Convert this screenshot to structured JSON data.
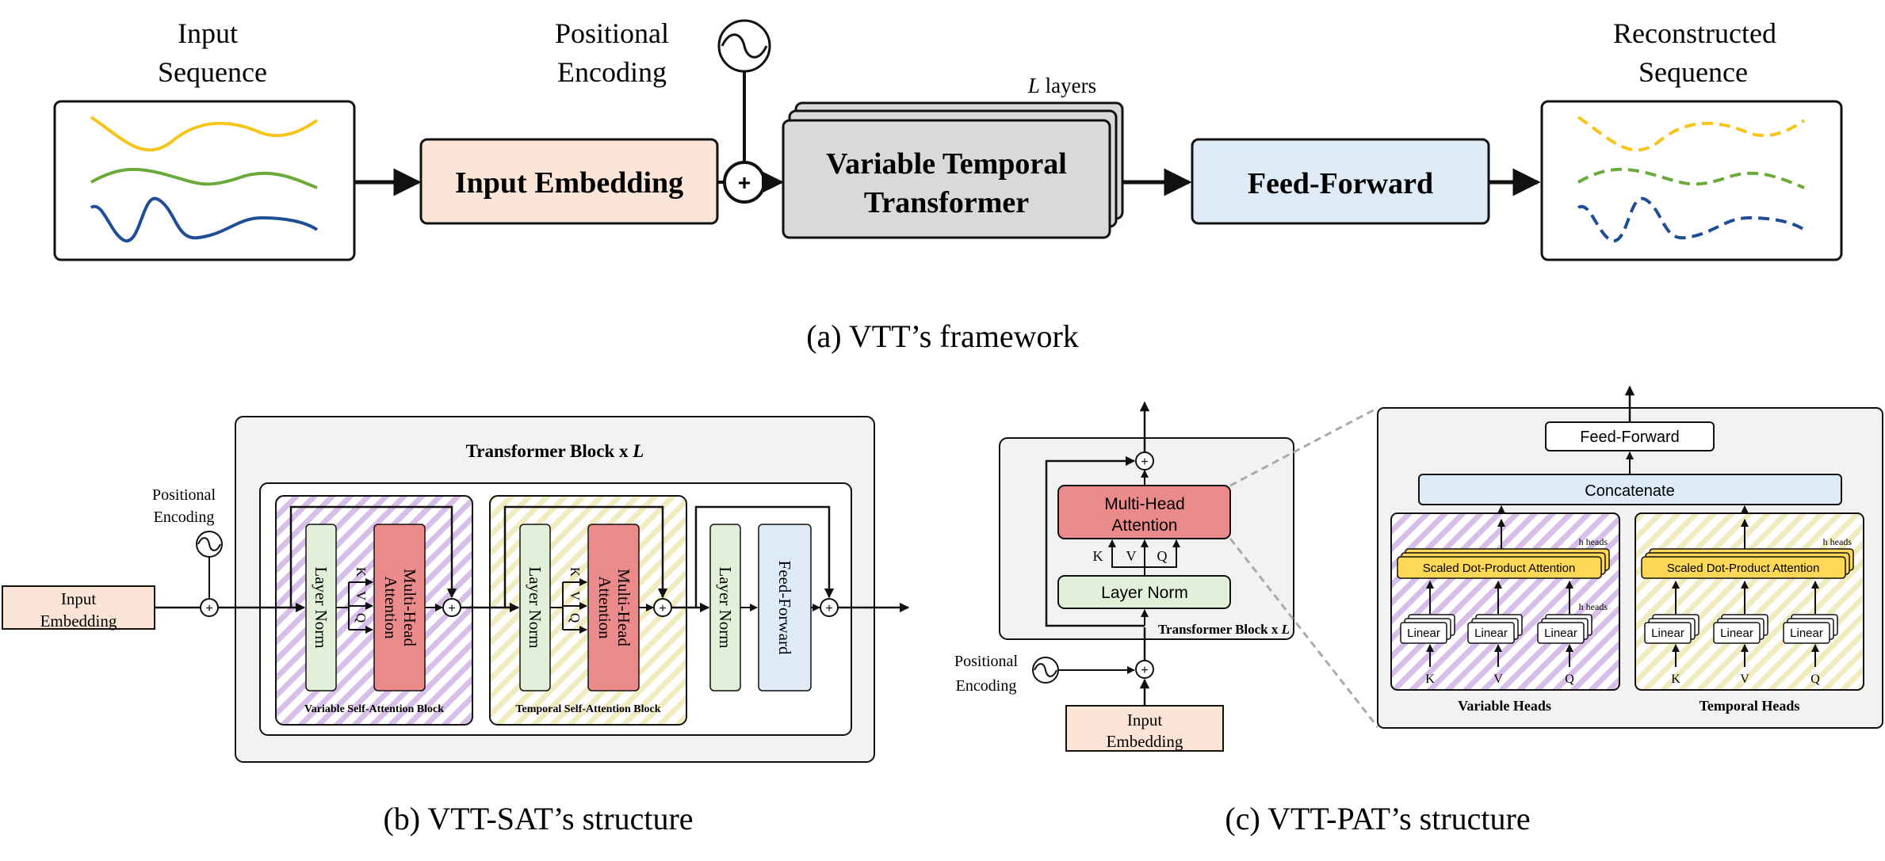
{
  "framework": {
    "input_title": [
      "Input",
      "Sequence"
    ],
    "pos_title": [
      "Positional",
      "Encoding"
    ],
    "embedding_label": "Input Embedding",
    "layers_var": "L",
    "layers_word": " layers",
    "vtt_label": [
      "Variable Temporal",
      "Transformer"
    ],
    "ff_label": "Feed-Forward",
    "recon_title": [
      "Reconstructed",
      "Sequence"
    ],
    "series_colors": [
      "#f5c518",
      "#6aaa3a",
      "#1f4e96"
    ],
    "plus_symbol": "+",
    "caption": "(a) VTT’s framework"
  },
  "sat": {
    "block_title_prefix": "Transformer Block x ",
    "block_title_var": "L",
    "pos_label": [
      "Positional",
      "Encoding"
    ],
    "input_emb": [
      "Input",
      "Embedding"
    ],
    "layer_norm": "Layer Norm",
    "mha": [
      "Multi-Head",
      "Attention"
    ],
    "kvq": [
      "K",
      "V",
      "Q"
    ],
    "feed_forward": "Feed-Forward",
    "var_block_label": "Variable Self-Attention Block",
    "temp_block_label": "Temporal Self-Attention Block",
    "plus_symbol": "+",
    "caption": "(b) VTT-SAT’s structure"
  },
  "pat": {
    "mha": [
      "Multi-Head",
      "Attention"
    ],
    "layer_norm": "Layer Norm",
    "kvq": [
      "K",
      "V",
      "Q"
    ],
    "block_label_prefix": "Transformer Block x ",
    "block_label_var": "L",
    "pos_label": [
      "Positional",
      "Encoding"
    ],
    "input_emb": [
      "Input",
      "Embedding"
    ],
    "feed_forward": "Feed-Forward",
    "concatenate": "Concatenate",
    "h_heads": "h heads",
    "sdpa": "Scaled Dot-Product Attention",
    "linear": "Linear",
    "var_heads": "Variable Heads",
    "temp_heads": "Temporal Heads",
    "plus_symbol": "+",
    "caption": "(c) VTT-PAT’s structure"
  },
  "colors": {
    "embedding_fill": "#fbe5d6",
    "vtt_fill": "#d9d9d9",
    "ff_fill": "#deebf7",
    "layer_norm_fill": "#e2f0d9",
    "mha_fill": "#ea8a8a",
    "sdpa_fill": "#ffd757",
    "block_bg": "#f2f2f2",
    "hatch_purple": "#c9a6e0",
    "hatch_yellow": "#eee7a8"
  }
}
